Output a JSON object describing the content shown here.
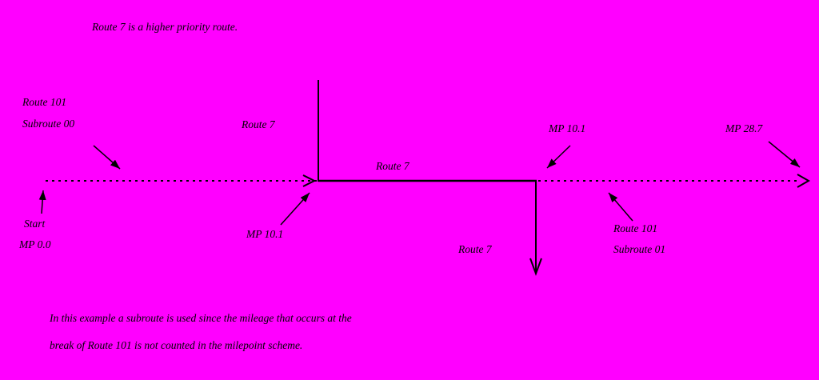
{
  "colors": {
    "background": "#FF00FF",
    "foreground": "#000000"
  },
  "title": "Route 7 is a higher priority route.",
  "labels": {
    "route101_a": "Route 101",
    "subroute00": "Subroute 00",
    "route7_upper": "Route 7",
    "route7_mid": "Route 7",
    "mp101_upper": "MP 10.1",
    "mp287": "MP 28.7",
    "start": "Start",
    "mp00": "MP 0.0",
    "mp101_lower": "MP 10.1",
    "route7_lower": "Route 7",
    "route101_b": "Route 101",
    "subroute01": "Subroute 01"
  },
  "note": {
    "line1": "In this example a subroute is used since the mileage that occurs at the",
    "line2": "break of Route 101 is not counted in the milepoint scheme."
  }
}
